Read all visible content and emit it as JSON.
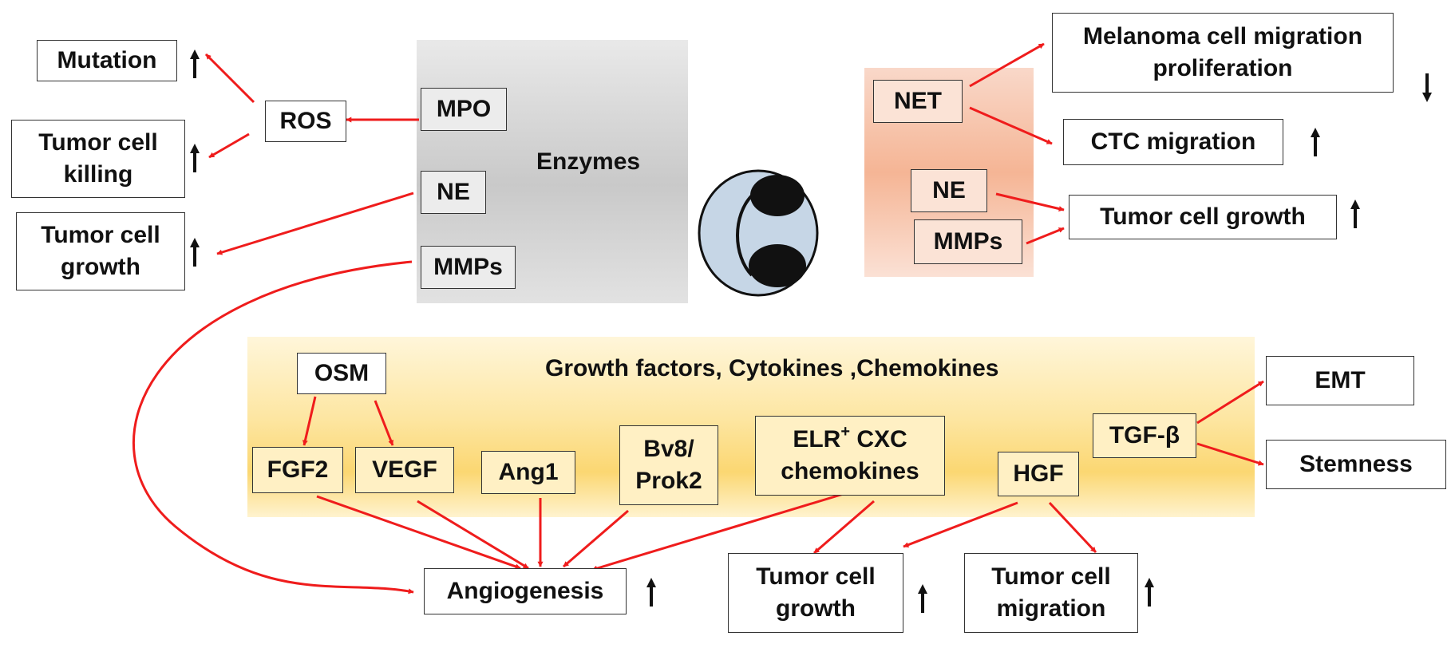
{
  "colors": {
    "arrow": "#ef1c1c",
    "enzymes_panel": "#d3d3d3",
    "net_panel": "#f6b89a",
    "growth_panel": "#fbd975",
    "cell_fill": "#c6d6e6"
  },
  "labels": {
    "mutation": "Mutation",
    "ros": "ROS",
    "mpo": "MPO",
    "tumor_cell_killing": "Tumor cell\nkilling",
    "enzymes": "Enzymes",
    "ne": "NE",
    "tumor_cell_growth_left": "Tumor cell\ngrowth",
    "mmps": "MMPs",
    "net": "NET",
    "melanoma": "Melanoma cell migration\nproliferation",
    "ctc_migration": "CTC migration",
    "ne_right": "NE",
    "mmps_right": "MMPs",
    "tumor_cell_growth_right": "Tumor cell growth",
    "growth_factors": "Growth factors, Cytokines ,Chemokines",
    "osm": "OSM",
    "fgf2": "FGF2",
    "vegf": "VEGF",
    "ang1": "Ang1",
    "bv8": "Bv8/\nProk2",
    "elr_pre": "ELR",
    "elr_sup": "+",
    "elr_post": " CXC",
    "elr_line2": "chemokines",
    "hgf": "HGF",
    "tgf": "TGF-β",
    "emt": "EMT",
    "stemness": "Stemness",
    "angiogenesis": "Angiogenesis",
    "tumor_cell_growth_bottom": "Tumor cell\ngrowth",
    "tumor_cell_migration": "Tumor cell\nmigration"
  },
  "indicators": [
    {
      "id": "mutation",
      "direction": "up"
    },
    {
      "id": "tumor_cell_killing",
      "direction": "up"
    },
    {
      "id": "tumor_cell_growth_left",
      "direction": "up"
    },
    {
      "id": "melanoma",
      "direction": "down"
    },
    {
      "id": "ctc_migration",
      "direction": "up"
    },
    {
      "id": "tumor_cell_growth_right",
      "direction": "up"
    },
    {
      "id": "angiogenesis",
      "direction": "up"
    },
    {
      "id": "tumor_cell_growth_bottom",
      "direction": "up"
    },
    {
      "id": "tumor_cell_migration",
      "direction": "up"
    }
  ]
}
